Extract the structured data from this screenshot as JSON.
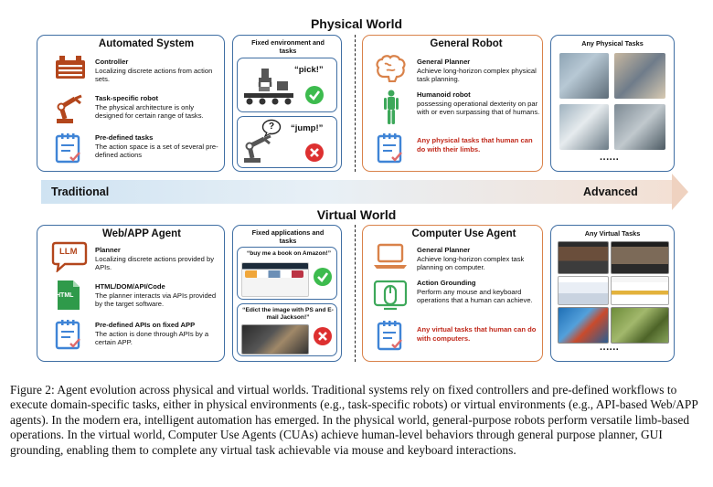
{
  "physical_world": {
    "title": "Physical World",
    "automated_system": {
      "title": "Automated System",
      "items": [
        {
          "heading": "Controller",
          "text": "Localizing discrete actions from action sets."
        },
        {
          "heading": "Task-specific robot",
          "text": "The physical architecture is only designed for certain range of tasks."
        },
        {
          "heading": "Pre-defined tasks",
          "text": "The action space is a set of several pre-defined actions"
        }
      ]
    },
    "fixed_env": {
      "title": "Fixed environment and tasks",
      "quote_pick": "“pick!”",
      "quote_jump": "“jump!”",
      "question_mark": "?"
    },
    "general_robot": {
      "title": "General Robot",
      "items": [
        {
          "heading": "General Planner",
          "text": "Achieve long-horizon complex physical task planning."
        },
        {
          "heading": "Humanoid robot",
          "text": "possessing operational dexterity on par with or even surpassing that of humans."
        },
        {
          "heading": "",
          "text": "Any physical tasks that human can do with their limbs."
        }
      ]
    },
    "any_tasks": {
      "title": "Any Physical Tasks",
      "ellipsis": "......"
    }
  },
  "arrow": {
    "left_label": "Traditional",
    "right_label": "Advanced"
  },
  "virtual_world": {
    "title": "Virtual World",
    "web_agent": {
      "title": "Web/APP Agent",
      "icon_llm": "LLM",
      "icon_html": "HTML",
      "items": [
        {
          "heading": "Planner",
          "text": "Localizing discrete actions provided by APIs."
        },
        {
          "heading": "HTML/DOM/API/Code",
          "text": "The planner interacts via APIs provided by the target software."
        },
        {
          "heading": "Pre-defined APIs on fixed APP",
          "text": "The action is done through APIs by a certain APP."
        }
      ]
    },
    "fixed_apps": {
      "title": "Fixed applications and tasks",
      "quote_amazon": "“buy me a book on Amazon!”",
      "quote_edict": "“Edict the image with PS and E-mail Jackson!”"
    },
    "cua": {
      "title": "Computer Use Agent",
      "items": [
        {
          "heading": "General Planner",
          "text": "Achieve long-horizon complex task planning on computer."
        },
        {
          "heading": "Action Grounding",
          "text": "Perform any mouse and keyboard operations that a human can achieve."
        },
        {
          "heading": "",
          "text": "Any virtual tasks that human can do with computers."
        }
      ]
    },
    "any_tasks": {
      "title": "Any Virtual Tasks",
      "ellipsis": "......"
    }
  },
  "caption": "Figure 2: Agent evolution across physical and virtual worlds. Traditional systems rely on fixed controllers and pre-defined workflows to execute domain-specific tasks, either in physical environments (e.g., task-specific robots) or virtual environments (e.g., API-based Web/APP agents). In the modern era, intelligent automation has emerged. In the physical world, general-purpose robots perform versatile limb-based operations. In the virtual world, Computer Use Agents (CUAs) achieve human-level behaviors through general purpose planner, GUI grounding, enabling them to complete any virtual task achievable via mouse and keyboard interactions.",
  "colors": {
    "blue_border": "#3f6ea3",
    "orange_border": "#d9824a",
    "accent_red": "#c0281a",
    "check_green": "#3dbb4e",
    "cross_red": "#dd3030"
  }
}
